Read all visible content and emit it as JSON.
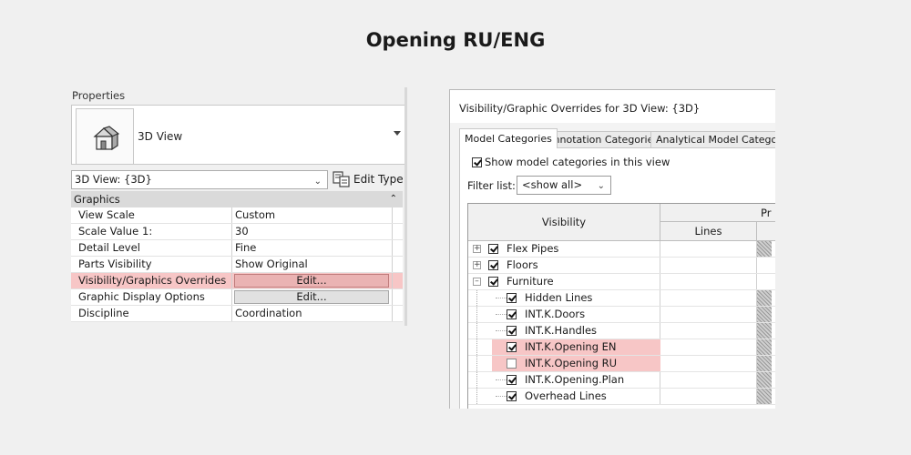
{
  "page": {
    "title": "Opening RU/ENG"
  },
  "properties": {
    "header": "Properties",
    "type_name": "3D View",
    "instance_selector": "3D View: {3D}",
    "edit_type_label": "Edit Type",
    "group": "Graphics",
    "rows": [
      {
        "name": "View Scale",
        "value": "Custom"
      },
      {
        "name": "Scale Value",
        "suffix": "1:",
        "value": "30"
      },
      {
        "name": "Detail Level",
        "value": "Fine"
      },
      {
        "name": "Parts Visibility",
        "value": "Show Original"
      },
      {
        "name": "Visibility/Graphics Overrides",
        "button": "Edit...",
        "highlighted": true
      },
      {
        "name": "Graphic Display Options",
        "button": "Edit..."
      },
      {
        "name": "Discipline",
        "value": "Coordination"
      }
    ]
  },
  "dialog": {
    "title": "Visibility/Graphic Overrides for 3D View: {3D}",
    "tabs": [
      "Model Categories",
      "Annotation Categories",
      "Analytical Model Categories"
    ],
    "active_tab": 0,
    "show_model_label": "Show model categories in this view",
    "show_model_checked": true,
    "filter_label": "Filter list:",
    "filter_value": "<show all>",
    "columns": {
      "visibility": "Visibility",
      "projection": "Pr",
      "lines": "Lines"
    },
    "rows": [
      {
        "name": "Flex Pipes",
        "level": 0,
        "checked": true,
        "expander": "+"
      },
      {
        "name": "Floors",
        "level": 0,
        "checked": true,
        "expander": "+"
      },
      {
        "name": "Furniture",
        "level": 0,
        "checked": true,
        "expander": "-"
      },
      {
        "name": "Hidden Lines",
        "level": 1,
        "checked": true
      },
      {
        "name": "INT.K.Doors",
        "level": 1,
        "checked": true
      },
      {
        "name": "INT.K.Handles",
        "level": 1,
        "checked": true
      },
      {
        "name": "INT.K.Opening EN",
        "level": 1,
        "checked": true,
        "highlighted": true
      },
      {
        "name": "INT.K.Opening RU",
        "level": 1,
        "checked": false,
        "highlighted": true
      },
      {
        "name": "INT.K.Opening.Plan",
        "level": 1,
        "checked": true
      },
      {
        "name": "Overhead Lines",
        "level": 1,
        "checked": true
      }
    ]
  },
  "colors": {
    "highlight": "#f7c6c6",
    "panel_bg": "#f0f0f0"
  }
}
